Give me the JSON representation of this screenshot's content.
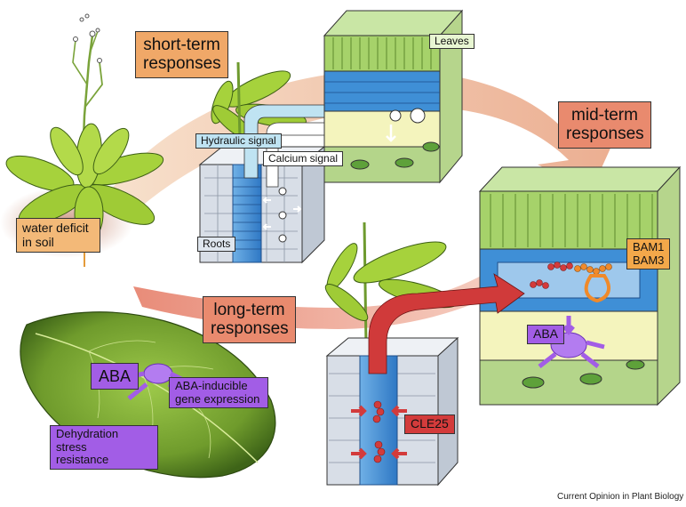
{
  "labels": {
    "short_term": "short-term\nresponses",
    "mid_term": "mid-term\nresponses",
    "long_term": "long-term\nresponses",
    "water_deficit": "water deficit\nin soil",
    "leaves": "Leaves",
    "roots": "Roots",
    "hydraulic": "Hydraulic signal",
    "calcium": "Calcium signal",
    "bam": "BAM1\nBAM3",
    "cle25": "CLE25",
    "aba_mid": "ABA",
    "aba_long": "ABA",
    "dehydration": "Dehydration stress\nresistance",
    "aba_gene": "ABA-inducible\ngene expression"
  },
  "credit": "Current Opinion in Plant Biology",
  "colors": {
    "leaf_green": "#a6d23c",
    "mesophyll": "#9fce5a",
    "xylem_blue": "#3f8fd6",
    "signal_red": "#d03a3a",
    "aba_purple": "#a25de6",
    "arrow_peach": "#f0b98c"
  }
}
